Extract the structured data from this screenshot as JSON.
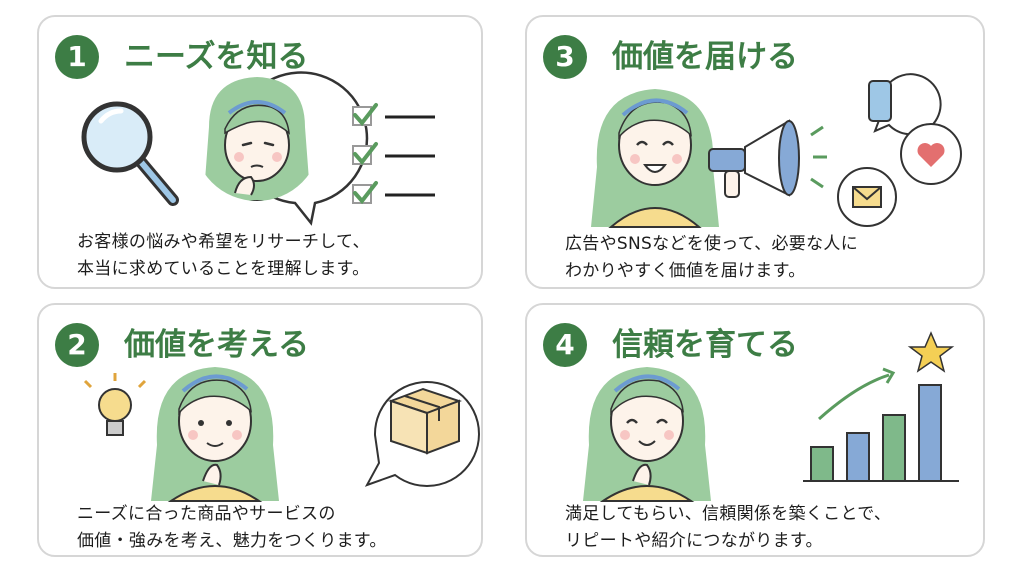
{
  "steps": [
    {
      "number": "1",
      "title": "ニーズを知る",
      "desc_line1": "お客様の悩みや希望をリサーチして、",
      "desc_line2": "本当に求めていることを理解します。"
    },
    {
      "number": "2",
      "title": "価値を考える",
      "desc_line1": "ニーズに合った商品やサービスの",
      "desc_line2": "価値・強みを考え、魅力をつくります。"
    },
    {
      "number": "3",
      "title": "価値を届ける",
      "desc_line1": "広告やSNSなどを使って、必要な人に",
      "desc_line2": "わかりやすく価値を届けます。"
    },
    {
      "number": "4",
      "title": "信頼を育てる",
      "desc_line1": "満足してもらい、信頼関係を築くことで、",
      "desc_line2": "リピートや紹介につながります。"
    }
  ],
  "colors": {
    "accent_green": "#3d7d45",
    "hair_green": "#9ccc9f",
    "shirt_yellow": "#f6dc8e",
    "bar_green": "#7fb98a",
    "bar_blue": "#86a9d6",
    "star_yellow": "#f4cf55",
    "heart_red": "#e36f6f"
  },
  "icons": [
    "magnifier-icon",
    "checklist-icon",
    "lightbulb-icon",
    "box-icon",
    "megaphone-icon",
    "smartphone-icon",
    "heart-icon",
    "envelope-icon",
    "star-icon",
    "bar-chart-icon"
  ]
}
